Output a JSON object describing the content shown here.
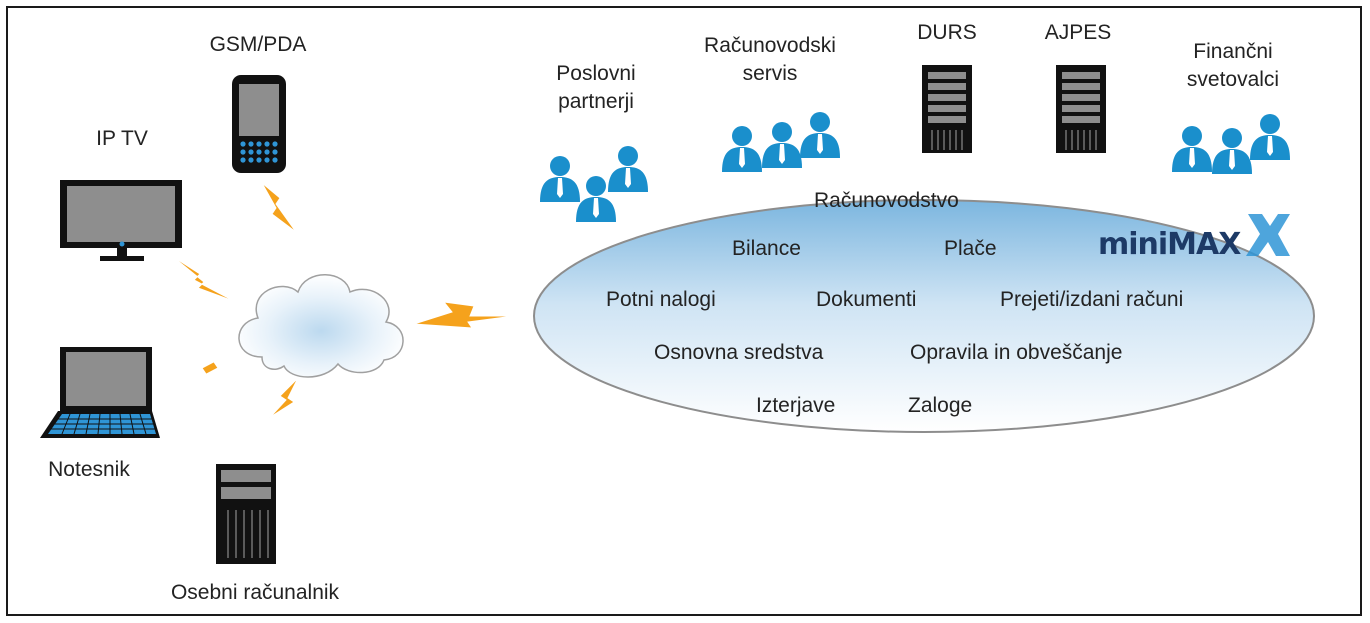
{
  "devices": {
    "ip_tv": "IP TV",
    "gsm_pda": "GSM/PDA",
    "notesnik": "Notesnik",
    "osebni_racunalnik": "Osebni računalnik"
  },
  "actors": {
    "poslovni_partnerji": [
      "Poslovni",
      "partnerji"
    ],
    "racunovodski_servis": [
      "Računovodski",
      "servis"
    ],
    "durs": "DURS",
    "ajpes": "AJPES",
    "financni_svetovalci": [
      "Finančni",
      "svetovalci"
    ]
  },
  "cloud": {
    "logo": "miniMAX",
    "modules": {
      "racunovodstvo": "Računovodstvo",
      "bilance": "Bilance",
      "place": "Plače",
      "potni_nalogi": "Potni nalogi",
      "dokumenti": "Dokumenti",
      "prejeti_izdani": "Prejeti/izdani računi",
      "osnovna_sredstva": "Osnovna sredstva",
      "opravila": "Opravila in obveščanje",
      "izterjave": "Izterjave",
      "zaloge": "Zaloge"
    }
  },
  "colors": {
    "person_blue": "#1a8fcc",
    "bolt_orange": "#f5a21c",
    "ellipse_top": "#7fb8e0",
    "ellipse_bottom": "#ffffff",
    "device_gray": "#8c8c8c",
    "logo_dark": "#1d3a66",
    "logo_accent": "#2f95d6"
  }
}
